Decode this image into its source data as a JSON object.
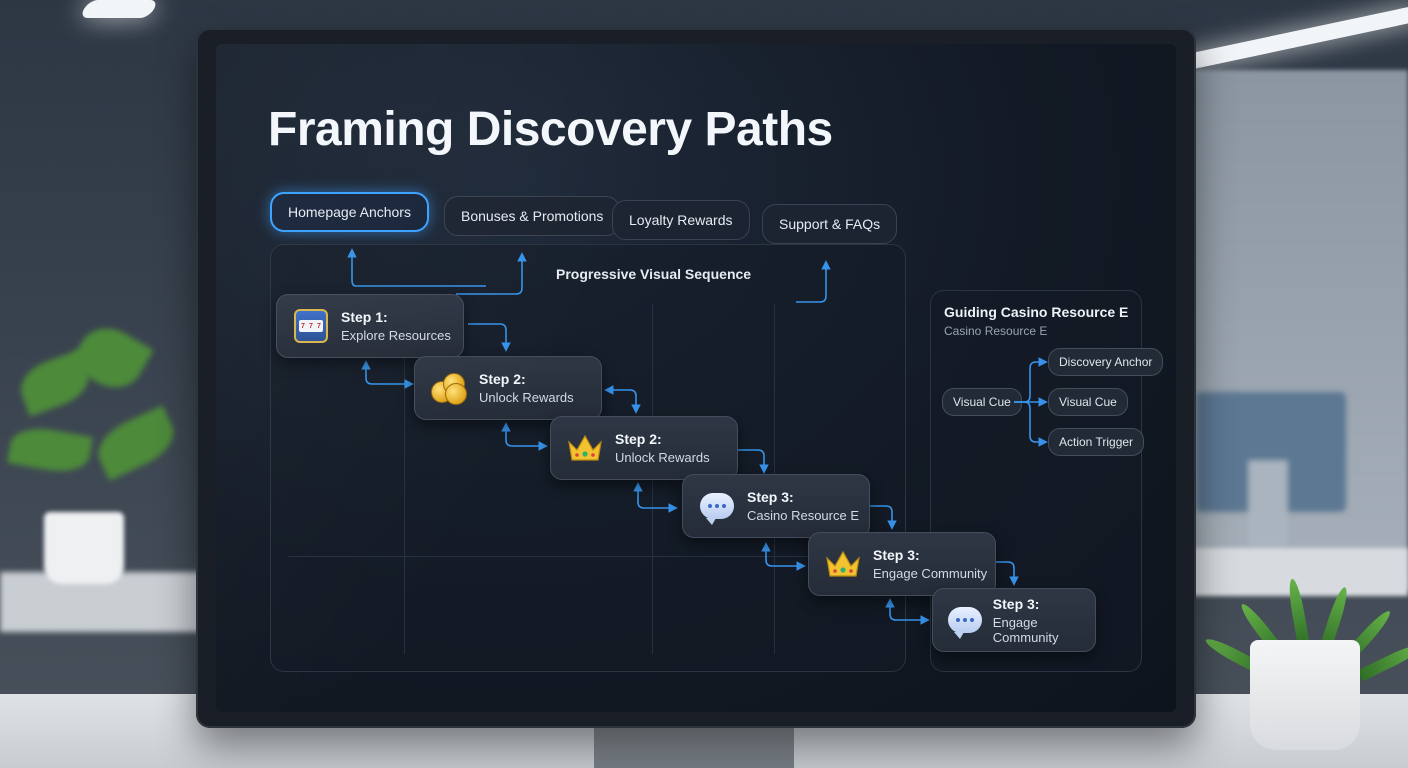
{
  "page": {
    "title": "Framing Discovery Paths"
  },
  "tabs": [
    {
      "label": "Homepage Anchors",
      "active": true
    },
    {
      "label": "Bonuses & Promotions",
      "active": false
    },
    {
      "label": "Loyalty Rewards",
      "active": false
    },
    {
      "label": "Support & FAQs",
      "active": false
    }
  ],
  "sequence": {
    "label": "Progressive Visual Sequence",
    "steps": [
      {
        "title": "Step 1:",
        "subtitle": "Explore Resources",
        "icon": "slot-machine-icon"
      },
      {
        "title": "Step 2:",
        "subtitle": "Unlock Rewards",
        "icon": "coins-icon"
      },
      {
        "title": "Step 2:",
        "subtitle": "Unlock Rewards",
        "icon": "crown-icon"
      },
      {
        "title": "Step 3:",
        "subtitle": "Casino Resource E",
        "icon": "chat-bubble-icon"
      },
      {
        "title": "Step 3:",
        "subtitle": "Engage Community",
        "icon": "crown-icon"
      },
      {
        "title": "Step 3:",
        "subtitle": "Engage Community",
        "icon": "chat-bubble-icon"
      }
    ]
  },
  "guide": {
    "title": "Guiding Casino Resource E",
    "subtitle": "Casino Resource E",
    "source_node": "Visual Cue",
    "targets": [
      "Discovery Anchor",
      "Visual Cue",
      "Action Trigger"
    ]
  },
  "colors": {
    "accent": "#3aa0ff",
    "screen_bg": "#131a25",
    "card_bg": "#2f3745",
    "text_primary": "#f3f6fa"
  }
}
